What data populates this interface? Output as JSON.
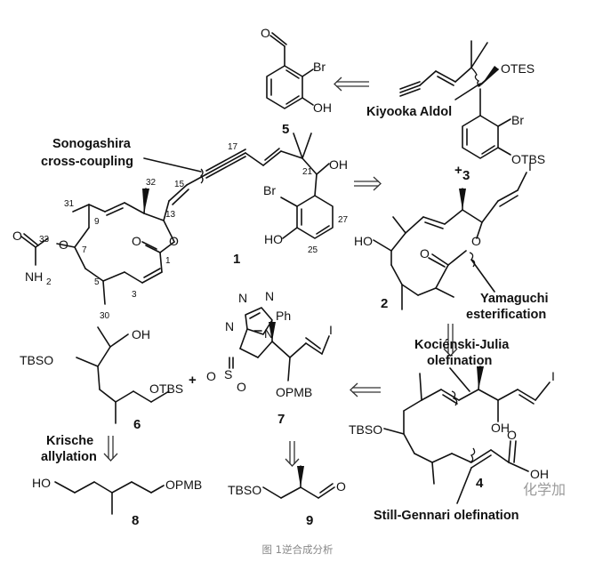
{
  "compounds": [
    {
      "id": "cpd-1",
      "label": "1"
    },
    {
      "id": "cpd-2",
      "label": "2"
    },
    {
      "id": "cpd-3",
      "label": "3"
    },
    {
      "id": "cpd-4",
      "label": "4"
    },
    {
      "id": "cpd-5",
      "label": "5"
    },
    {
      "id": "cpd-6",
      "label": "6"
    },
    {
      "id": "cpd-7",
      "label": "7"
    },
    {
      "id": "cpd-8",
      "label": "8"
    },
    {
      "id": "cpd-9",
      "label": "9"
    }
  ],
  "reactions": {
    "sonogashira_1": "Sonogashira",
    "sonogashira_2": "cross-coupling",
    "kiyooka": "Kiyooka Aldol",
    "yamaguchi_1": "Yamaguchi",
    "yamaguchi_2": "esterification",
    "julia_1": "Kociénski-Julia",
    "julia_2": "olefination",
    "still": "Still-Gennari olefination",
    "krische_1": "Krische",
    "krische_2": "allylation"
  },
  "atoms": {
    "Br": "Br",
    "OH": "OH",
    "HO": "HO",
    "OTES": "OTES",
    "OTBS": "OTBS",
    "TBSO": "TBSO",
    "OPMB": "OPMB",
    "I": "I",
    "O": "O",
    "NH2": "NH",
    "sub2": "2",
    "N": "N",
    "Ph": "Ph",
    "S": "S",
    "plus": "+"
  },
  "atom_numbers": {
    "n15": "15",
    "n17": "17",
    "n21": "21",
    "n27": "27",
    "n25": "25",
    "n32": "32",
    "n31": "31",
    "n13": "13",
    "n9": "9",
    "n33": "33",
    "n7": "7",
    "n1": "1",
    "n5": "5",
    "n3": "3",
    "n30": "30"
  },
  "caption": "图 1逆合成分析",
  "watermark": "化学加"
}
